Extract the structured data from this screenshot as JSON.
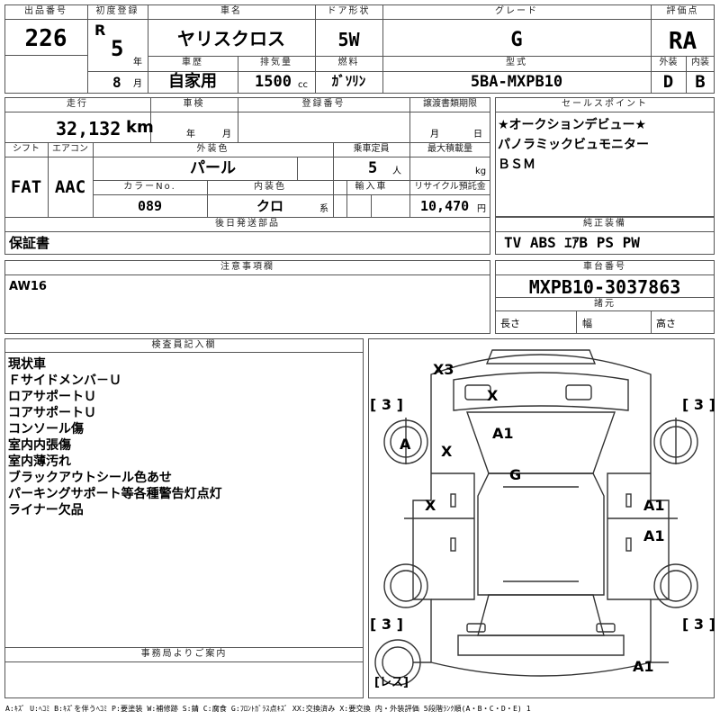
{
  "header_row": {
    "lot_no_label": "出品番号",
    "lot_no": "226",
    "first_reg_label": "初度登録",
    "era": "R",
    "year": "5",
    "year_unit": "年",
    "month": "8",
    "month_unit": "月",
    "car_name_label": "車名",
    "car_name": "ヤリスクロス",
    "history_label": "車歴",
    "history": "自家用",
    "displacement_label": "排気量",
    "displacement": "1500",
    "displacement_unit": "cc",
    "door_label": "ドア形状",
    "door": "5W",
    "fuel_label": "燃料",
    "fuel": "ｶﾞｿﾘﾝ",
    "grade_label": "グレード",
    "grade": "G",
    "model_label": "型式",
    "model": "5BA-MXPB10",
    "score_label": "評価点",
    "score": "RA",
    "exterior_label": "外装",
    "exterior": "D",
    "interior_label": "内装",
    "interior": "B"
  },
  "row2": {
    "mileage_label": "走行",
    "mileage": "32,132",
    "mileage_unit": "km",
    "inspection_label": "車検",
    "insp_year_unit": "年",
    "insp_month_unit": "月",
    "reg_no_label": "登録番号",
    "transfer_label": "譲渡書類期限",
    "transfer_month_unit": "月",
    "transfer_day_unit": "日",
    "shift_label": "シフト",
    "shift": "FAT",
    "ac_label": "エアコン",
    "ac": "AAC",
    "ext_color_label": "外装色",
    "ext_color": "パール",
    "capacity_label": "乗車定員",
    "capacity": "5",
    "capacity_unit": "人",
    "max_load_label": "最大積載量",
    "max_load_unit": "kg",
    "color_no_label": "カラーNo.",
    "color_no": "089",
    "int_color_label": "内装色",
    "int_color": "クロ",
    "int_color_unit": "系",
    "import_label": "輸入車",
    "recycle_label": "リサイクル預託金",
    "recycle": "10,470",
    "recycle_unit": "円",
    "later_parts_label": "後日発送部品",
    "later_parts": "保証書"
  },
  "sales_point": {
    "label": "セールスポイント",
    "lines": [
      "★オークションデビュー★",
      "パノラミックビュモニター",
      "ＢＳＭ"
    ]
  },
  "equipment": {
    "label": "純正装備",
    "value": "TV ABS ｴｱB PS PW"
  },
  "caution": {
    "label": "注意事項欄",
    "value": "AW16"
  },
  "chassis": {
    "label": "車台番号",
    "value": "MXPB10-3037863"
  },
  "specs": {
    "label": "諸元",
    "length": "長さ",
    "width": "幅",
    "height": "高さ"
  },
  "inspector": {
    "label": "検査員記入欄",
    "lines": [
      "現状車",
      "Ｆサイドメンバ－Ｕ",
      "ロアサポートＵ",
      "コアサポートＵ",
      "コンソール傷",
      "室内内張傷",
      "室内薄汚れ",
      "ブラックアウトシール色あせ",
      "パーキングサポート等各種警告灯点灯",
      "ライナー欠品"
    ]
  },
  "office": {
    "label": "事務局よりご案内"
  },
  "diagram": {
    "marks": {
      "roof_top": "X3",
      "windshield": "X",
      "hood": "A1",
      "front_left_tire": "A",
      "left_fender": "X",
      "roof": "G",
      "left_front_door": "X",
      "right_front_door": "A1",
      "right_rear_door": "A1",
      "rear_bumper": "A1",
      "tire_fl": "3",
      "tire_fr": "3",
      "tire_rl": "3",
      "tire_rr": "3",
      "spare": "レス"
    }
  },
  "legend": "A:ｷｽﾞ U:ﾍｺﾐ B:ｷｽﾞを伴うﾍｺﾐ P:要塗装 W:補修跡 S:錆 C:腐食 G:ﾌﾛﾝﾄｶﾞﾗｽ点ｷｽﾞ XX:交換済み X:要交換 内・外装評価 5段階ﾗﾝｸ順(A・B・C・D・E) 1"
}
